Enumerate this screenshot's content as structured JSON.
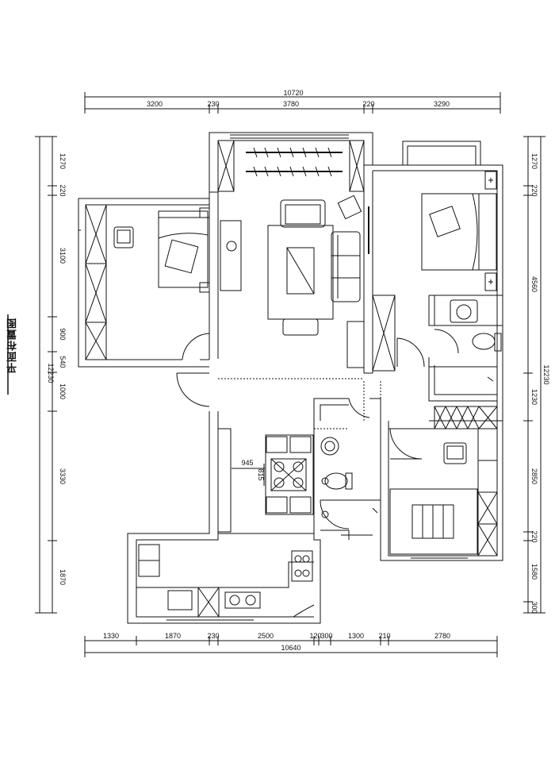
{
  "title": "平面布置图",
  "dimensions": {
    "top_total": "10720",
    "top": [
      "3200",
      "230",
      "3780",
      "220",
      "3290"
    ],
    "bottom_total": "10640",
    "bottom": [
      "1330",
      "1870",
      "230",
      "2500",
      "120",
      "300",
      "1300",
      "210",
      "2780"
    ],
    "left_total": "12230",
    "left": [
      "1270",
      "220",
      "3100",
      "900",
      "540",
      "1000",
      "3330",
      "1870"
    ],
    "right_total": "12230",
    "right": [
      "1270",
      "220",
      "4560",
      "1230",
      "2850",
      "220",
      "1580",
      "300"
    ],
    "table": [
      "945",
      "815"
    ]
  }
}
